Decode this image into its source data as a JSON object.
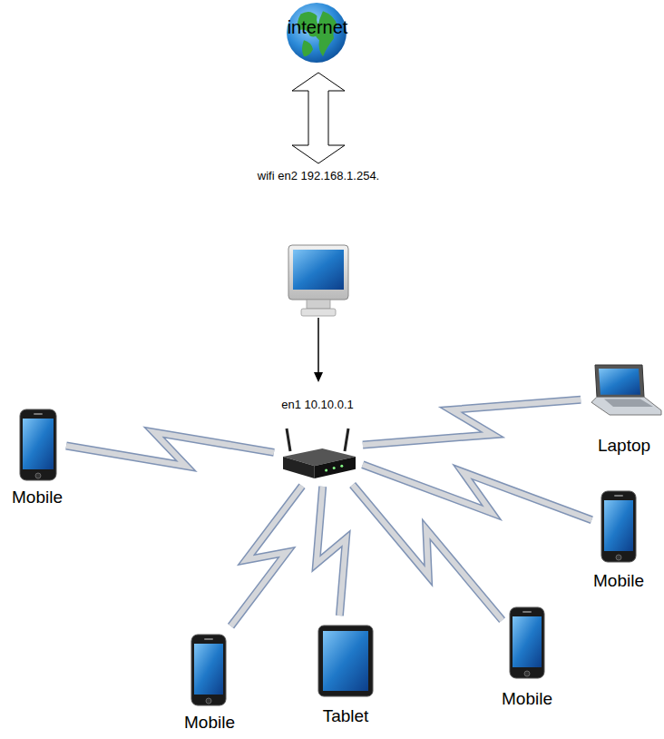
{
  "diagram": {
    "nodes": [
      {
        "text": [
          "internet"
        ]
      },
      {
        "text": [
          "en1 10.10.0.1"
        ]
      },
      {
        "text": [
          "Mobile"
        ]
      },
      {
        "text": [
          "Laptop"
        ]
      },
      {
        "text": [
          "Mobile"
        ]
      },
      {
        "text": [
          "Mobile"
        ]
      },
      {
        "text": [
          "Tablet"
        ]
      },
      {
        "text": [
          "Mobile"
        ]
      }
    ],
    "edges": [
      {
        "from": 1,
        "to": 2,
        "arrow": "none"
      },
      {
        "from": 1,
        "to": 3,
        "arrow": "none"
      },
      {
        "from": 1,
        "to": 4,
        "arrow": "none"
      },
      {
        "from": 1,
        "to": 5,
        "arrow": "none"
      },
      {
        "from": 1,
        "to": 6,
        "arrow": "none"
      },
      {
        "from": 1,
        "to": 7,
        "arrow": "none"
      }
    ],
    "labels": [
      "wifi en2 192.168.1.254."
    ]
  }
}
